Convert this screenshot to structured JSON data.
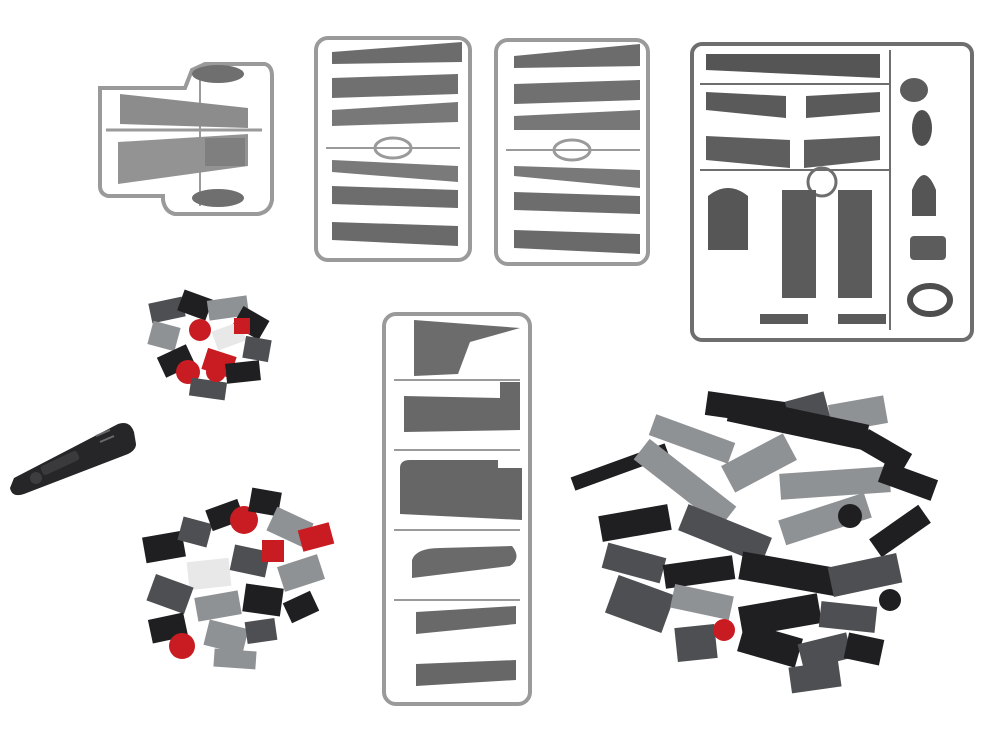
{
  "image": {
    "subject": "brick-kit-parts-flatlay",
    "background_color": "#ffffff"
  },
  "colors": {
    "sprue_light": "#9a9a9a",
    "sprue_dark": "#6e6e6e",
    "part_light": "#8c8c8c",
    "part_mid": "#6a6a6a",
    "part_dark": "#555555",
    "brick_black": "#1f1f22",
    "brick_dark_gray": "#4d4f52",
    "brick_light_gray": "#8f9295",
    "brick_red": "#c81c22",
    "brick_white": "#e8e8e8",
    "tool_black": "#262628"
  },
  "items": [
    {
      "name": "sprue-frame-small-wing",
      "kind": "sprue"
    },
    {
      "name": "sprue-frame-wing-plates-left",
      "kind": "sprue"
    },
    {
      "name": "sprue-frame-wing-plates-right",
      "kind": "sprue"
    },
    {
      "name": "sprue-frame-fuselage",
      "kind": "sprue"
    },
    {
      "name": "sprue-frame-tail-parts",
      "kind": "sprue"
    },
    {
      "name": "small-bricks-pile-top",
      "kind": "bricks"
    },
    {
      "name": "brick-separator-tool",
      "kind": "tool"
    },
    {
      "name": "small-bricks-pile-bottom",
      "kind": "bricks"
    },
    {
      "name": "large-bricks-pile",
      "kind": "bricks"
    }
  ]
}
